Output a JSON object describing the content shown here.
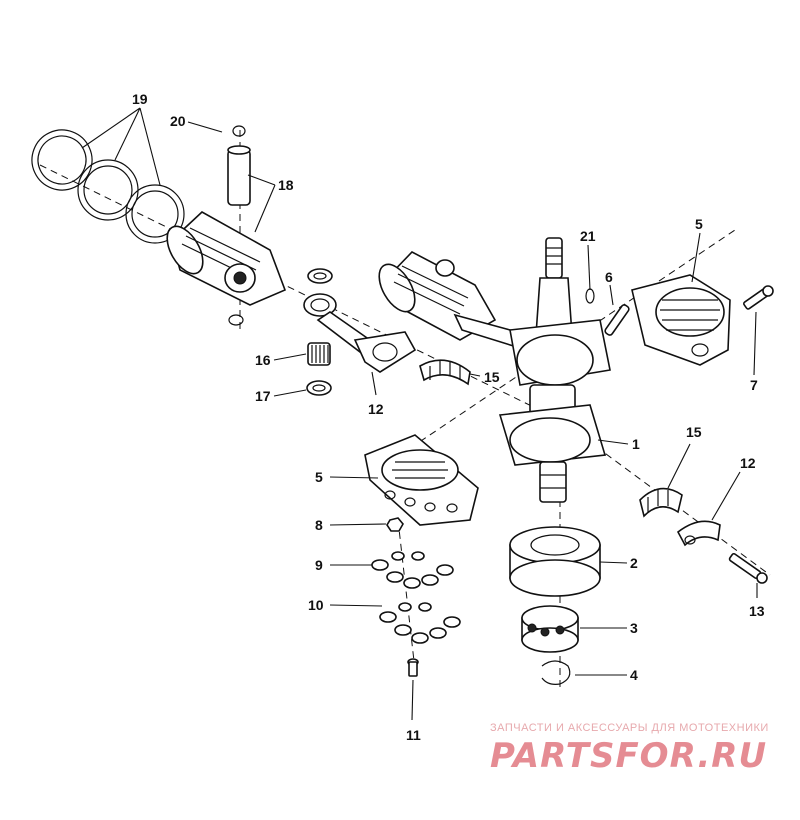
{
  "callouts": [
    "1",
    "2",
    "3",
    "4",
    "5",
    "5",
    "6",
    "7",
    "8",
    "9",
    "10",
    "11",
    "12",
    "12",
    "13",
    "15",
    "15",
    "16",
    "17",
    "18",
    "19",
    "20",
    "21"
  ],
  "watermark": {
    "caption": "ЗАПЧАСТИ И АКСЕССУАРЫ ДЛЯ МОТОТЕХНИКИ",
    "logo": "PARTSFOR.RU"
  }
}
